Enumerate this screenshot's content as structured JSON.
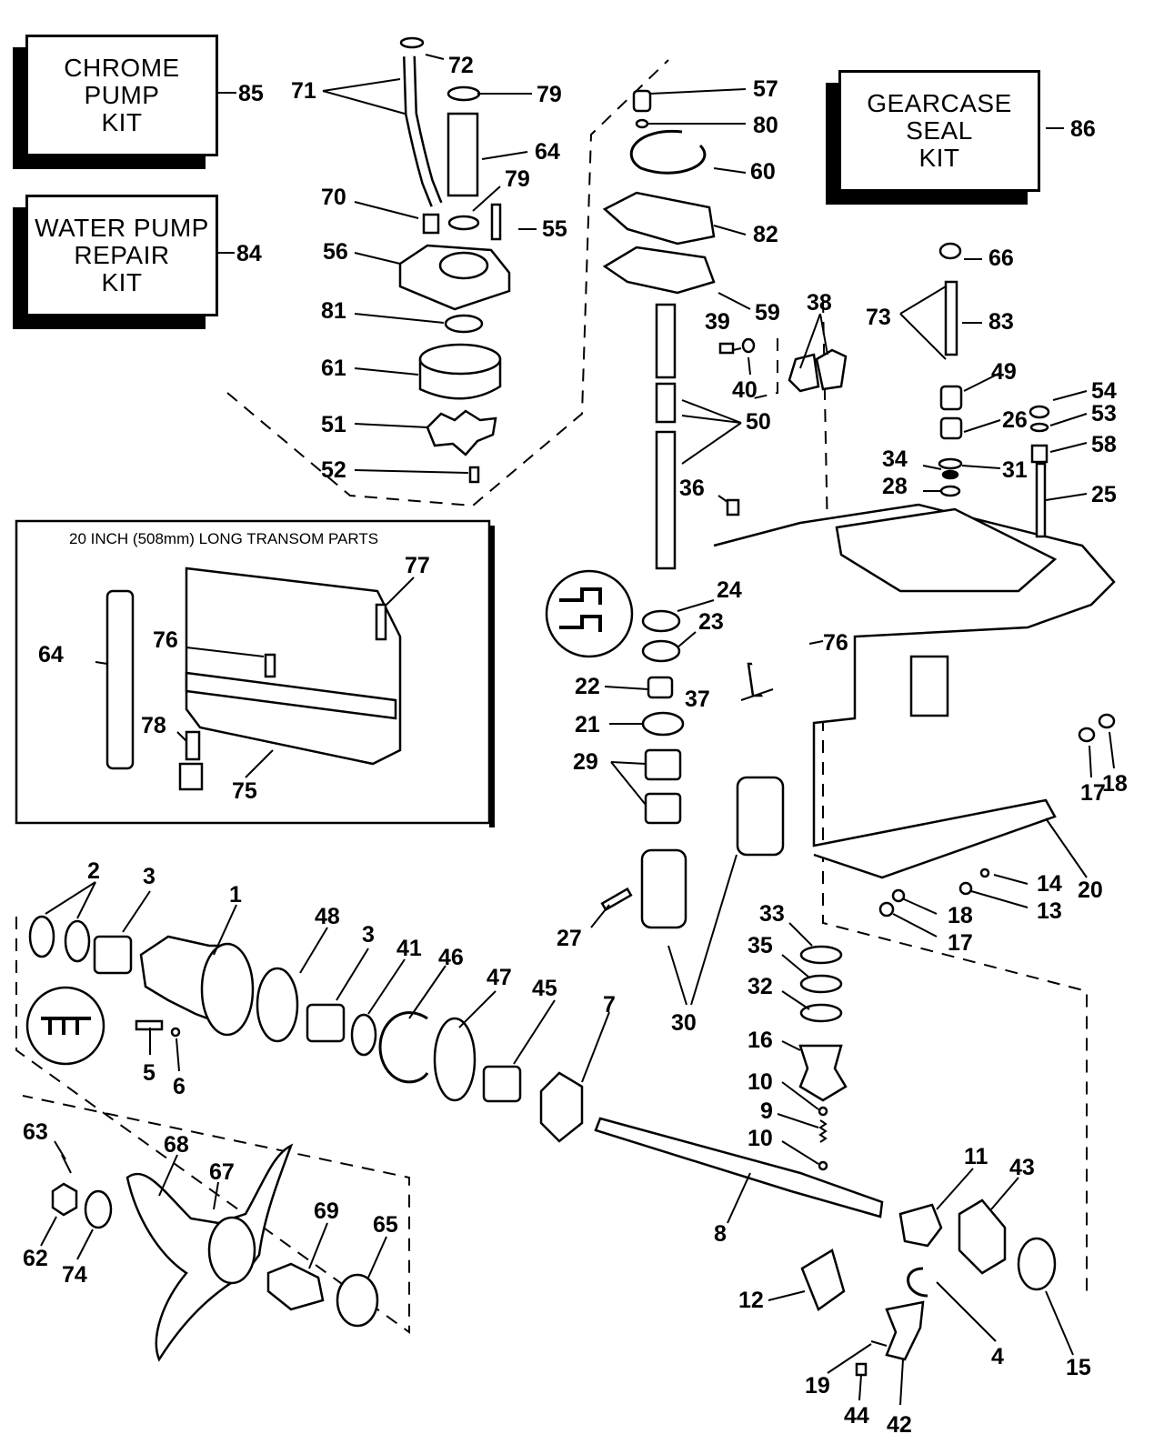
{
  "kits": [
    {
      "name": "chrome-pump-kit",
      "label": "CHROME\nPUMP\nKIT",
      "number": "85"
    },
    {
      "name": "water-pump-repair-kit",
      "label": "WATER PUMP\nREPAIR\nKIT",
      "number": "84"
    },
    {
      "name": "gearcase-seal-kit",
      "label": "GEARCASE\nSEAL\nKIT",
      "number": "86"
    }
  ],
  "inset": {
    "title": "20 INCH (508mm) LONG TRANSOM PARTS",
    "callouts": [
      "64",
      "76",
      "77",
      "78",
      "75"
    ]
  },
  "callouts": [
    "72",
    "71",
    "79",
    "64",
    "70",
    "79",
    "55",
    "56",
    "81",
    "61",
    "51",
    "52",
    "57",
    "80",
    "60",
    "82",
    "59",
    "39",
    "40",
    "50",
    "36",
    "38",
    "73",
    "66",
    "83",
    "49",
    "54",
    "26",
    "53",
    "58",
    "34",
    "31",
    "28",
    "25",
    "24",
    "23",
    "76",
    "22",
    "37",
    "21",
    "29",
    "17",
    "18",
    "14",
    "20",
    "13",
    "18",
    "17",
    "27",
    "30",
    "33",
    "35",
    "32",
    "16",
    "10",
    "9",
    "10",
    "2",
    "3",
    "1",
    "48",
    "3",
    "41",
    "46",
    "47",
    "45",
    "7",
    "5",
    "6",
    "63",
    "68",
    "67",
    "62",
    "74",
    "69",
    "65",
    "8",
    "11",
    "43",
    "12",
    "4",
    "15",
    "19",
    "44",
    "42"
  ]
}
